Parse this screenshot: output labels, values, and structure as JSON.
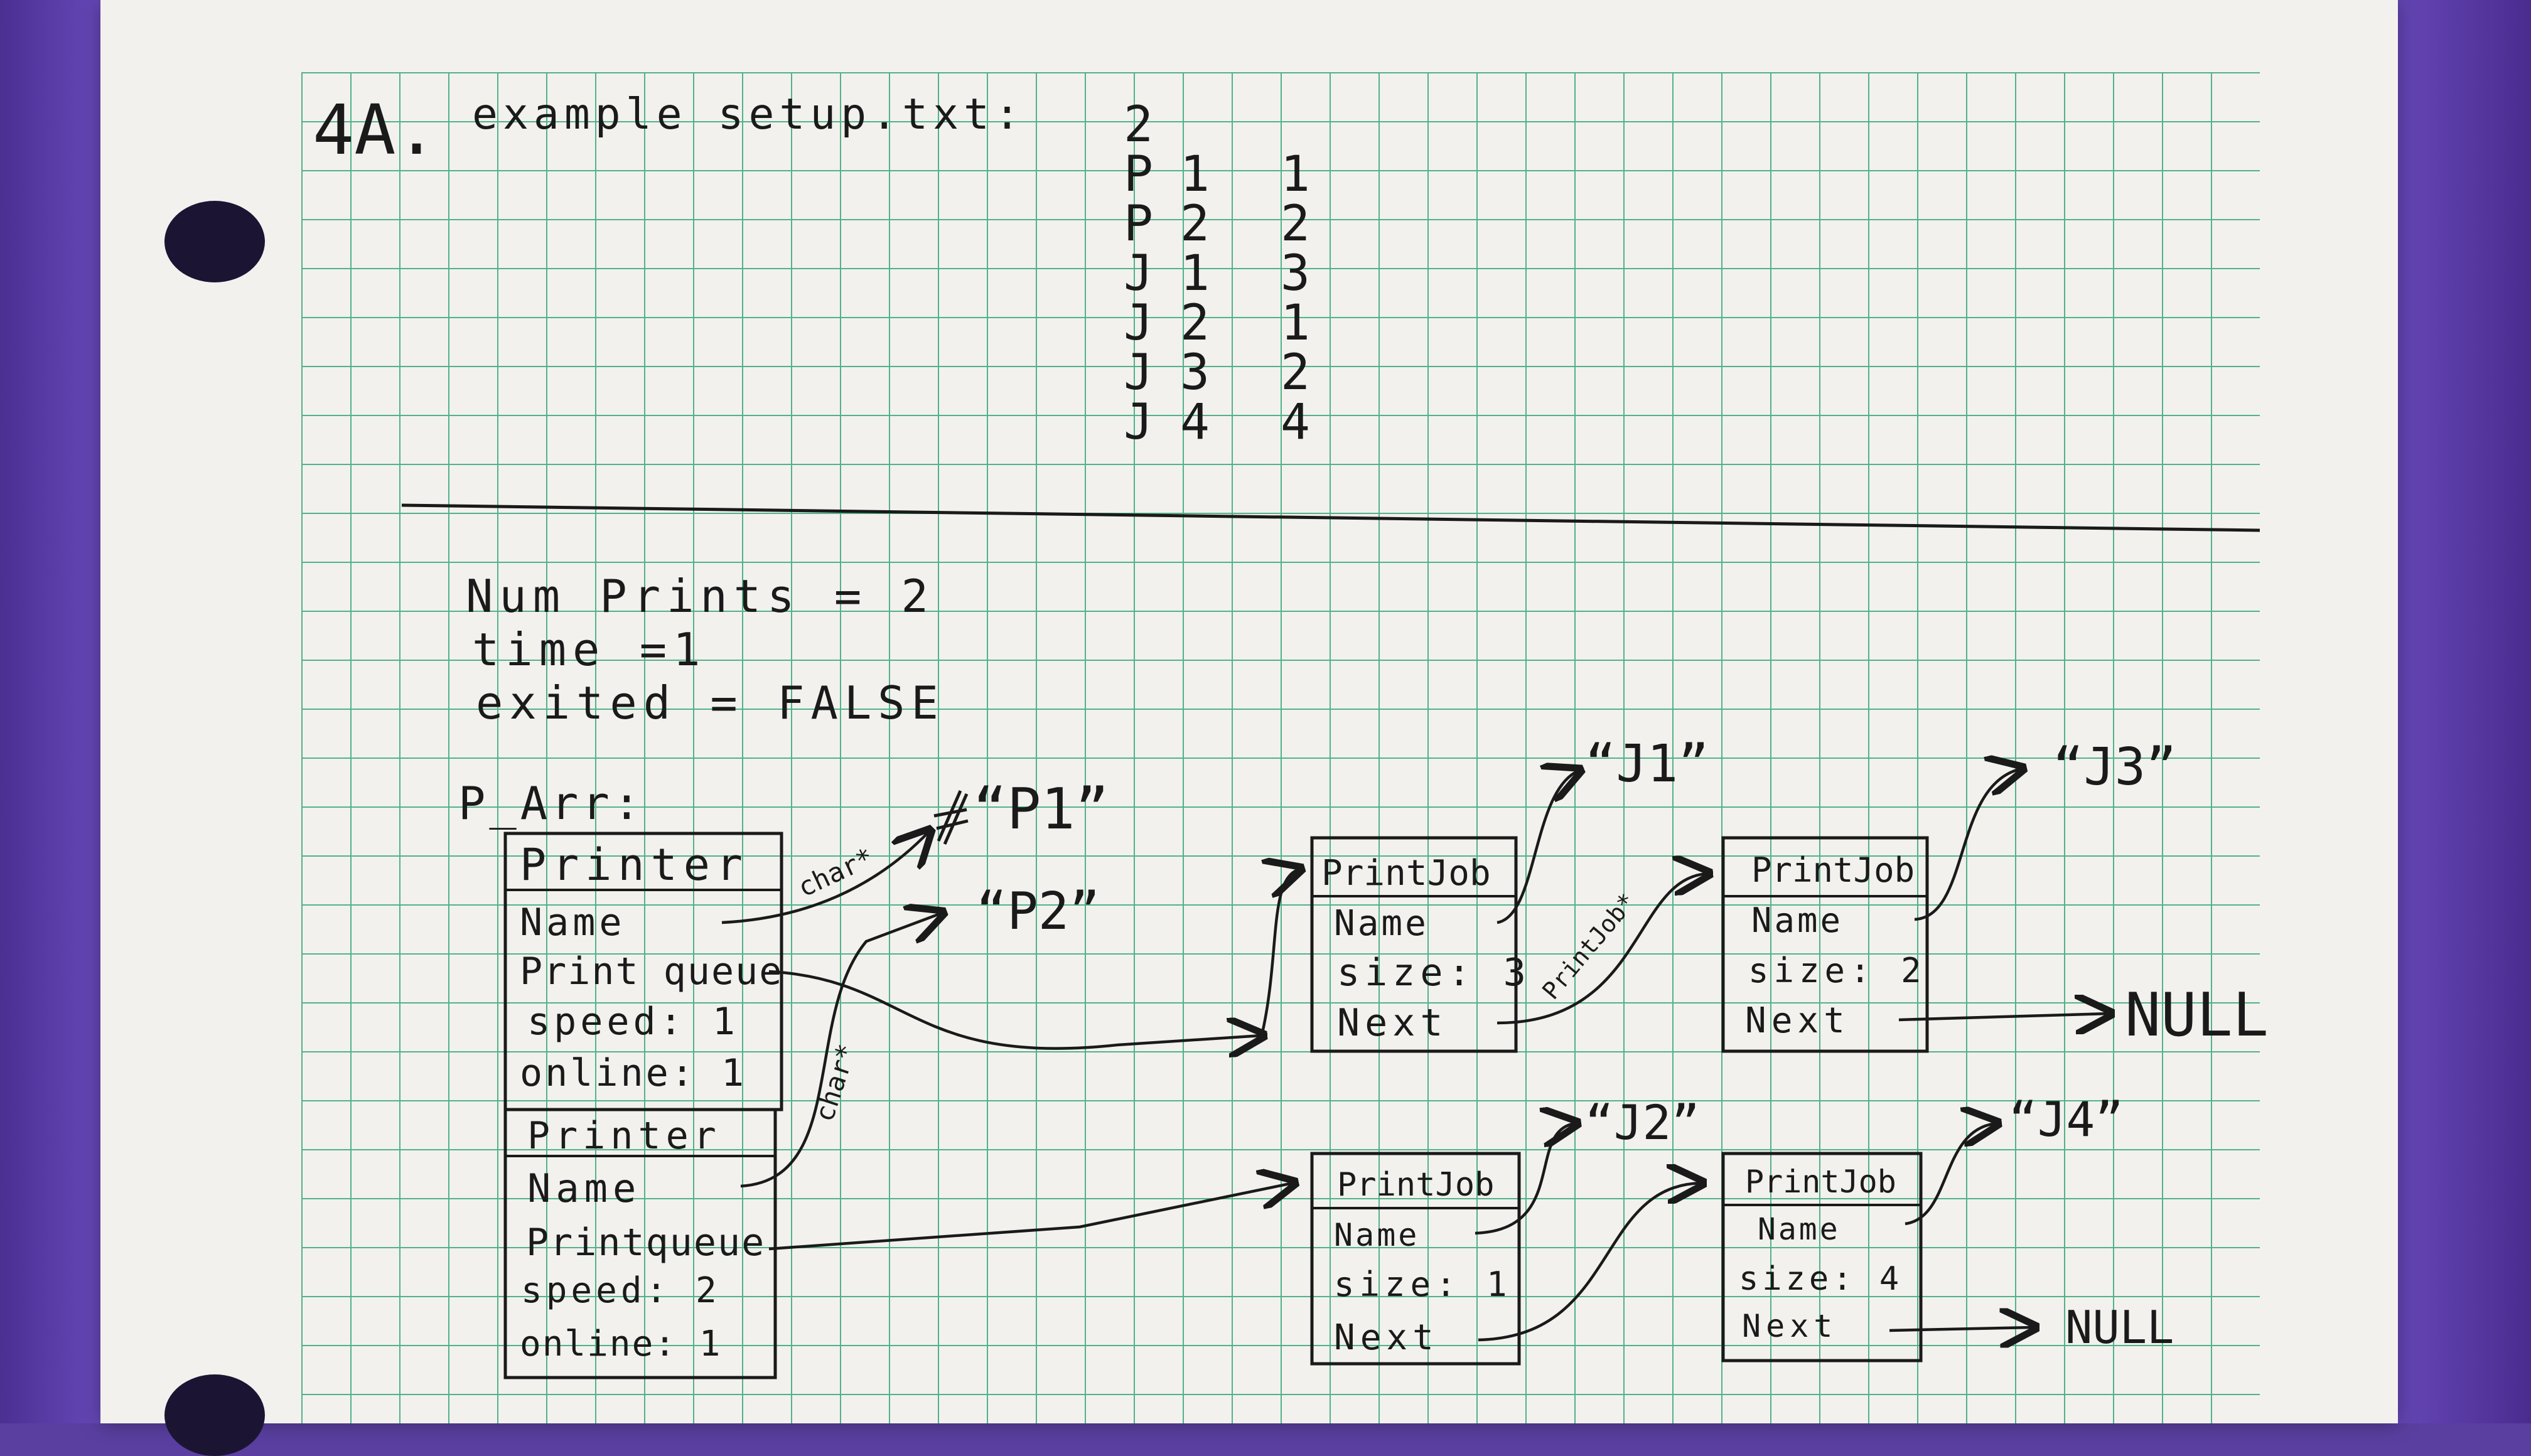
{
  "problem_label": "4A.",
  "setup": {
    "heading": "example setup.txt:",
    "rows": [
      {
        "c1": "2",
        "c2": "",
        "c3": ""
      },
      {
        "c1": "P",
        "c2": "1",
        "c3": "1"
      },
      {
        "c1": "P",
        "c2": "2",
        "c3": "2"
      },
      {
        "c1": "J",
        "c2": "1",
        "c3": "3"
      },
      {
        "c1": "J",
        "c2": "2",
        "c3": "1"
      },
      {
        "c1": "J",
        "c2": "3",
        "c3": "2"
      },
      {
        "c1": "J",
        "c2": "4",
        "c3": "4"
      }
    ]
  },
  "state": {
    "num_prints": "Num Prints = 2",
    "time": "time =1",
    "exited": "exited = FALSE"
  },
  "p_arr_label": "P_Arr:",
  "printers": [
    {
      "title": "Printer",
      "fields": [
        "Name",
        "Print queue",
        "speed: 1",
        "online: 1"
      ]
    },
    {
      "title": "Printer",
      "fields": [
        "Name",
        "Printqueue",
        "speed: 2",
        "online: 1"
      ]
    }
  ],
  "print_jobs": [
    {
      "title": "PrintJob",
      "fields": [
        "Name",
        "size: 3",
        "Next"
      ]
    },
    {
      "title": "PrintJob",
      "fields": [
        "Name",
        "size: 2",
        "Next"
      ]
    },
    {
      "title": "PrintJob",
      "fields": [
        "Name",
        "size: 1",
        "Next"
      ]
    },
    {
      "title": "PrintJob",
      "fields": [
        "Name",
        "size: 4",
        "Next"
      ]
    }
  ],
  "strings": {
    "p1": "“P1”",
    "p2": "“P2”",
    "j1": "“J1”",
    "j2": "“J2”",
    "j3": "“J3”",
    "j4": "“J4”"
  },
  "arrow_labels": {
    "char_star_1": "char*",
    "char_star_2": "char*",
    "printjob_star": "PrintJob*"
  },
  "null_labels": [
    "NULL",
    "NULL"
  ]
}
